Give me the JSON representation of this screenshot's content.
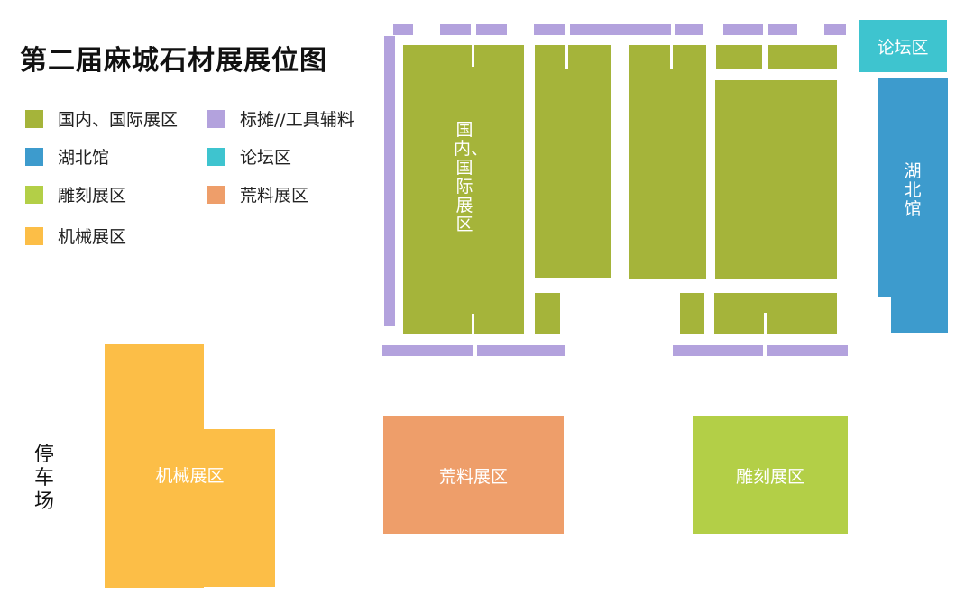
{
  "title": "第二届麻城石材展展位图",
  "colors": {
    "domestic_international": "#a5b43a",
    "booth_tools": "#b3a2dd",
    "hubei_hall": "#3d9bcd",
    "forum": "#3ec4cf",
    "carving": "#b3cf47",
    "raw_stone": "#ee9e6a",
    "machinery": "#fcbe47"
  },
  "legend": [
    {
      "label": "国内、国际展区"
    },
    {
      "label": "标摊//工具辅料"
    },
    {
      "label": "湖北馆"
    },
    {
      "label": "论坛区"
    },
    {
      "label": "雕刻展区"
    },
    {
      "label": "荒料展区"
    },
    {
      "label": "机械展区"
    }
  ],
  "zones": {
    "intl_label": "国内、国际展区",
    "hubei_label": "湖北馆",
    "forum_label": "论坛区",
    "machinery_label": "机械展区",
    "raw_label": "荒料展区",
    "carving_label": "雕刻展区",
    "parking_label": "停车场"
  }
}
